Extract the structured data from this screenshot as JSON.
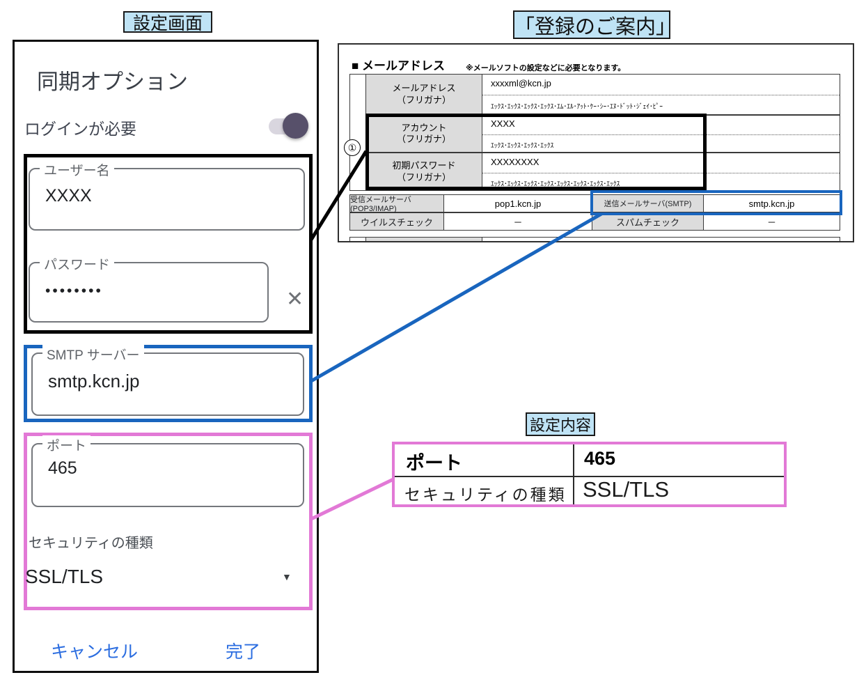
{
  "callouts": {
    "settings_screen": "設定画面",
    "registration_guide": "「登録のご案内」",
    "settings_content": "設定内容"
  },
  "settings_panel": {
    "title": "同期オプション",
    "login_toggle": {
      "label": "ログインが必要",
      "state": "on"
    },
    "fields": {
      "username": {
        "label": "ユーザー名",
        "value": "XXXX"
      },
      "password": {
        "label": "パスワード",
        "value": "••••••••"
      },
      "smtp": {
        "label": "SMTP サーバー",
        "value": "smtp.kcn.jp"
      },
      "port": {
        "label": "ポート",
        "value": "465"
      },
      "security": {
        "label": "セキュリティの種類",
        "value": "SSL/TLS"
      }
    },
    "actions": {
      "cancel": "キャンセル",
      "done": "完了"
    }
  },
  "guide": {
    "section_title": "■ メールアドレス",
    "note": "※メールソフトの設定などに必要となります。",
    "circled_number": "①",
    "rows": [
      {
        "label": "メールアドレス",
        "label2": "（フリガナ）",
        "value": "xxxxml@kcn.jp",
        "furigana": "ｴｯｸｽ･ｴｯｸｽ･ｴｯｸｽ･ｴｯｸｽ･ｴﾑ･ｴﾙ･ｱｯﾄ･ｹｰ･ｼｰ･ｴﾇ･ﾄﾞｯﾄ･ｼﾞｪｲ･ﾋﾟｰ"
      },
      {
        "label": "アカウント",
        "label2": "（フリガナ）",
        "value": "XXXX",
        "furigana": "ｴｯｸｽ･ｴｯｸｽ･ｴｯｸｽ･ｴｯｸｽ"
      },
      {
        "label": "初期パスワード",
        "label2": "（フリガナ）",
        "value": "XXXXXXXX",
        "furigana": "ｴｯｸｽ･ｴｯｸｽ･ｴｯｸｽ･ｴｯｸｽ･ｴｯｸｽ･ｴｯｸｽ･ｴｯｸｽ･ｴｯｸｽ"
      }
    ],
    "server_row": {
      "recv_label": "受信メールサーバ(POP3/IMAP)",
      "recv_value": "pop1.kcn.jp",
      "send_label": "送信メールサーバ(SMTP)",
      "send_value": "smtp.kcn.jp"
    },
    "check_row": {
      "virus_label": "ウイルスチェック",
      "virus_value": "－",
      "spam_label": "スパムチェック",
      "spam_value": "－"
    }
  },
  "settings_table": {
    "rows": [
      {
        "label": "ポート",
        "value": "465"
      },
      {
        "label": "セキュリティの種類",
        "value": "SSL/TLS"
      }
    ]
  },
  "icons": {
    "clear": "✕",
    "dropdown_arrow": "▼"
  },
  "colors": {
    "highlight_black": "#000000",
    "highlight_blue": "#1965be",
    "highlight_pink": "#e279d6",
    "callout_bg": "#bfe3f5",
    "button_blue": "#2b6de0",
    "toggle_knob": "#57506a",
    "table_gray": "#dcdcdc"
  }
}
